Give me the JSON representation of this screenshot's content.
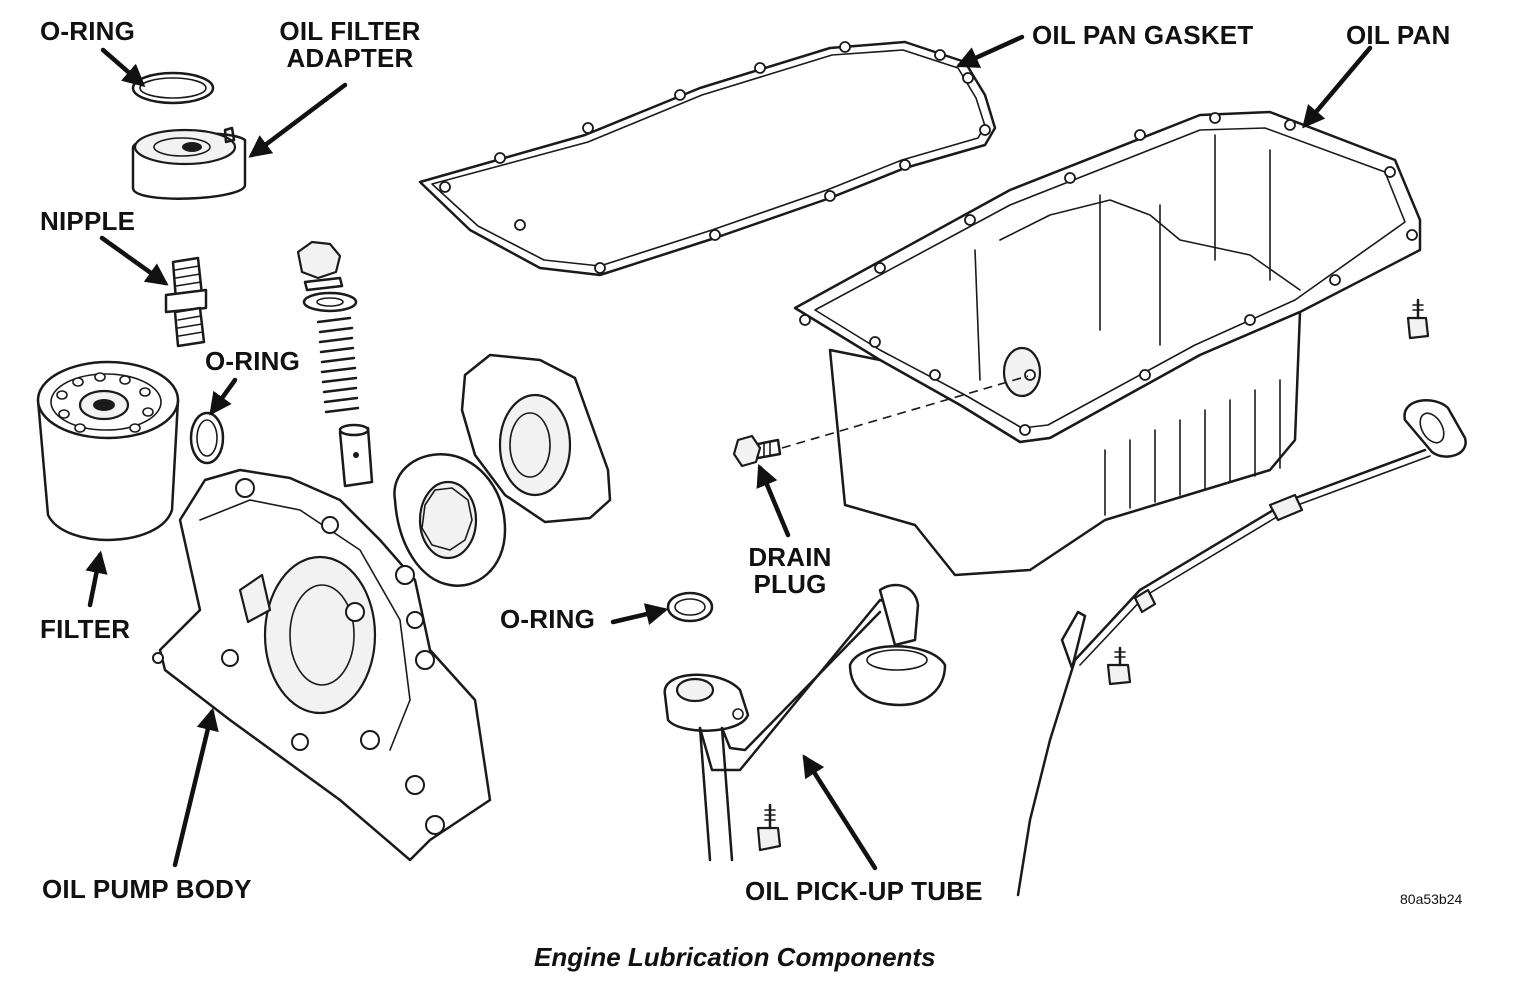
{
  "caption": "Engine Lubrication Components",
  "figure_code": "80a53b24",
  "labels": {
    "o_ring_top": "O-RING",
    "oil_filter_adapter_line1": "OIL FILTER",
    "oil_filter_adapter_line2": "ADAPTER",
    "nipple": "NIPPLE",
    "o_ring_mid": "O-RING",
    "filter": "FILTER",
    "oil_pump_body": "OIL PUMP BODY",
    "oil_pan_gasket": "OIL PAN GASKET",
    "oil_pan": "OIL PAN",
    "drain_plug_line1": "DRAIN",
    "drain_plug_line2": "PLUG",
    "o_ring_pickup": "O-RING",
    "oil_pickup_tube": "OIL PICK-UP TUBE"
  }
}
